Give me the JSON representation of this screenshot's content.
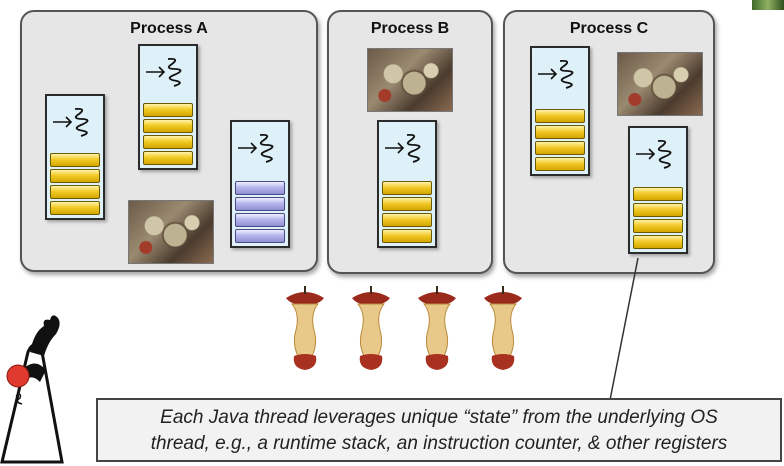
{
  "processes": [
    {
      "title": "Process A"
    },
    {
      "title": "Process B"
    },
    {
      "title": "Process C"
    }
  ],
  "caption": {
    "line1": "Each Java thread leverages unique “state” from the underlying OS",
    "line2": "thread, e.g., a runtime stack, an instruction counter, & other registers"
  },
  "icons": {
    "thread": "squiggle-arrow-thread-icon",
    "resources": "gears-resource-image",
    "apple": "apple-core-image",
    "mascot": "duke-mascot"
  },
  "colors": {
    "process_bg": "#e6e6e6",
    "thread_bg": "#dff1f8",
    "stack_yellow": "#f2cb2a",
    "stack_purple": "#b7b7ee"
  }
}
